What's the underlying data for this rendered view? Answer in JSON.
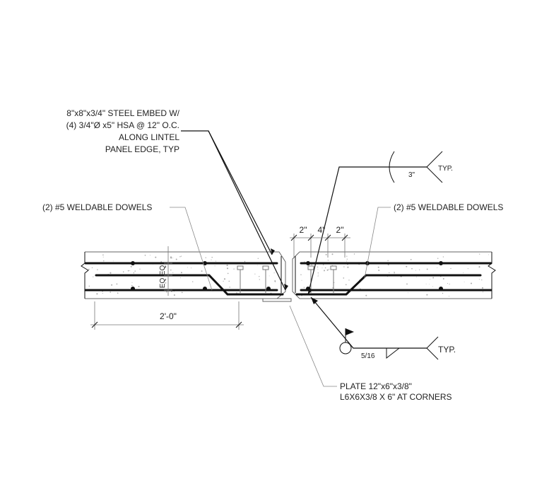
{
  "callouts": {
    "embed": [
      "8\"x8\"x3/4\" STEEL EMBED W/",
      "(4) 3/4\"Ø x5\" HSA @ 12\" O.C.",
      "ALONG LINTEL",
      "PANEL EDGE, TYP"
    ],
    "dowels_left": "(2) #5 WELDABLE DOWELS",
    "dowels_right": "(2) #5 WELDABLE DOWELS",
    "plate": [
      "PLATE 12\"x6\"x3/8\"",
      "L6X6X3/8 X 6\" AT CORNERS"
    ]
  },
  "weld_symbols": {
    "top": {
      "size": "3\"",
      "tail": "TYP."
    },
    "bottom": {
      "size": "5/16",
      "tail": "TYP."
    }
  },
  "dimensions": {
    "dim_2in_a": "2\"",
    "dim_4in": "4\"",
    "dim_2in_b": "2\"",
    "dim_2ft": "2'-0\"",
    "eq1": "EQ",
    "eq2": "EQ"
  }
}
